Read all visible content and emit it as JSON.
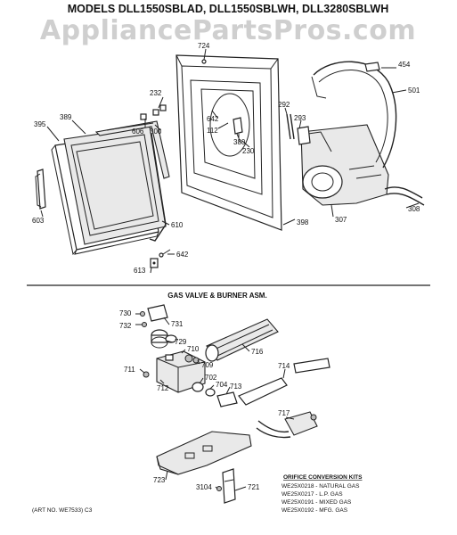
{
  "title": "MODELS DLL1550SBLAD, DLL1550SBLWH, DLL3280SBLWH",
  "watermark": "AppliancePartsPros.com",
  "section_heading": "GAS VALVE & BURNER ASM.",
  "art_no": "(ART NO. WE7533) C3",
  "orifice_kits": {
    "heading": "ORIFICE CONVERSION KITS",
    "lines": [
      "WE25X0218 - NATURAL GAS",
      "WE25X0217 - L.P. GAS",
      "WE25X0191 - MIXED GAS",
      "WE25X0192 - MFG. GAS"
    ]
  },
  "callouts": {
    "c724": "724",
    "c454": "454",
    "c501": "501",
    "c232": "232",
    "c389": "389",
    "c395": "395",
    "c606": "606",
    "c300": "300",
    "c642a": "642",
    "c112": "112",
    "c380": "380",
    "c230": "230",
    "c292": "292",
    "c293": "293",
    "c603": "603",
    "c610": "610",
    "c642b": "642",
    "c613": "613",
    "c398": "398",
    "c307": "307",
    "c308": "308",
    "c730": "730",
    "c731": "731",
    "c732": "732",
    "c729": "729",
    "c710": "710",
    "c716": "716",
    "c709": "709",
    "c711": "711",
    "c702": "702",
    "c714": "714",
    "c704": "704",
    "c712": "712",
    "c713": "713",
    "c717": "717",
    "c723": "723",
    "c3104": "3104",
    "c721": "721"
  },
  "colors": {
    "ink": "#222222",
    "watermark": "#cfcfcf",
    "paper": "#ffffff"
  }
}
